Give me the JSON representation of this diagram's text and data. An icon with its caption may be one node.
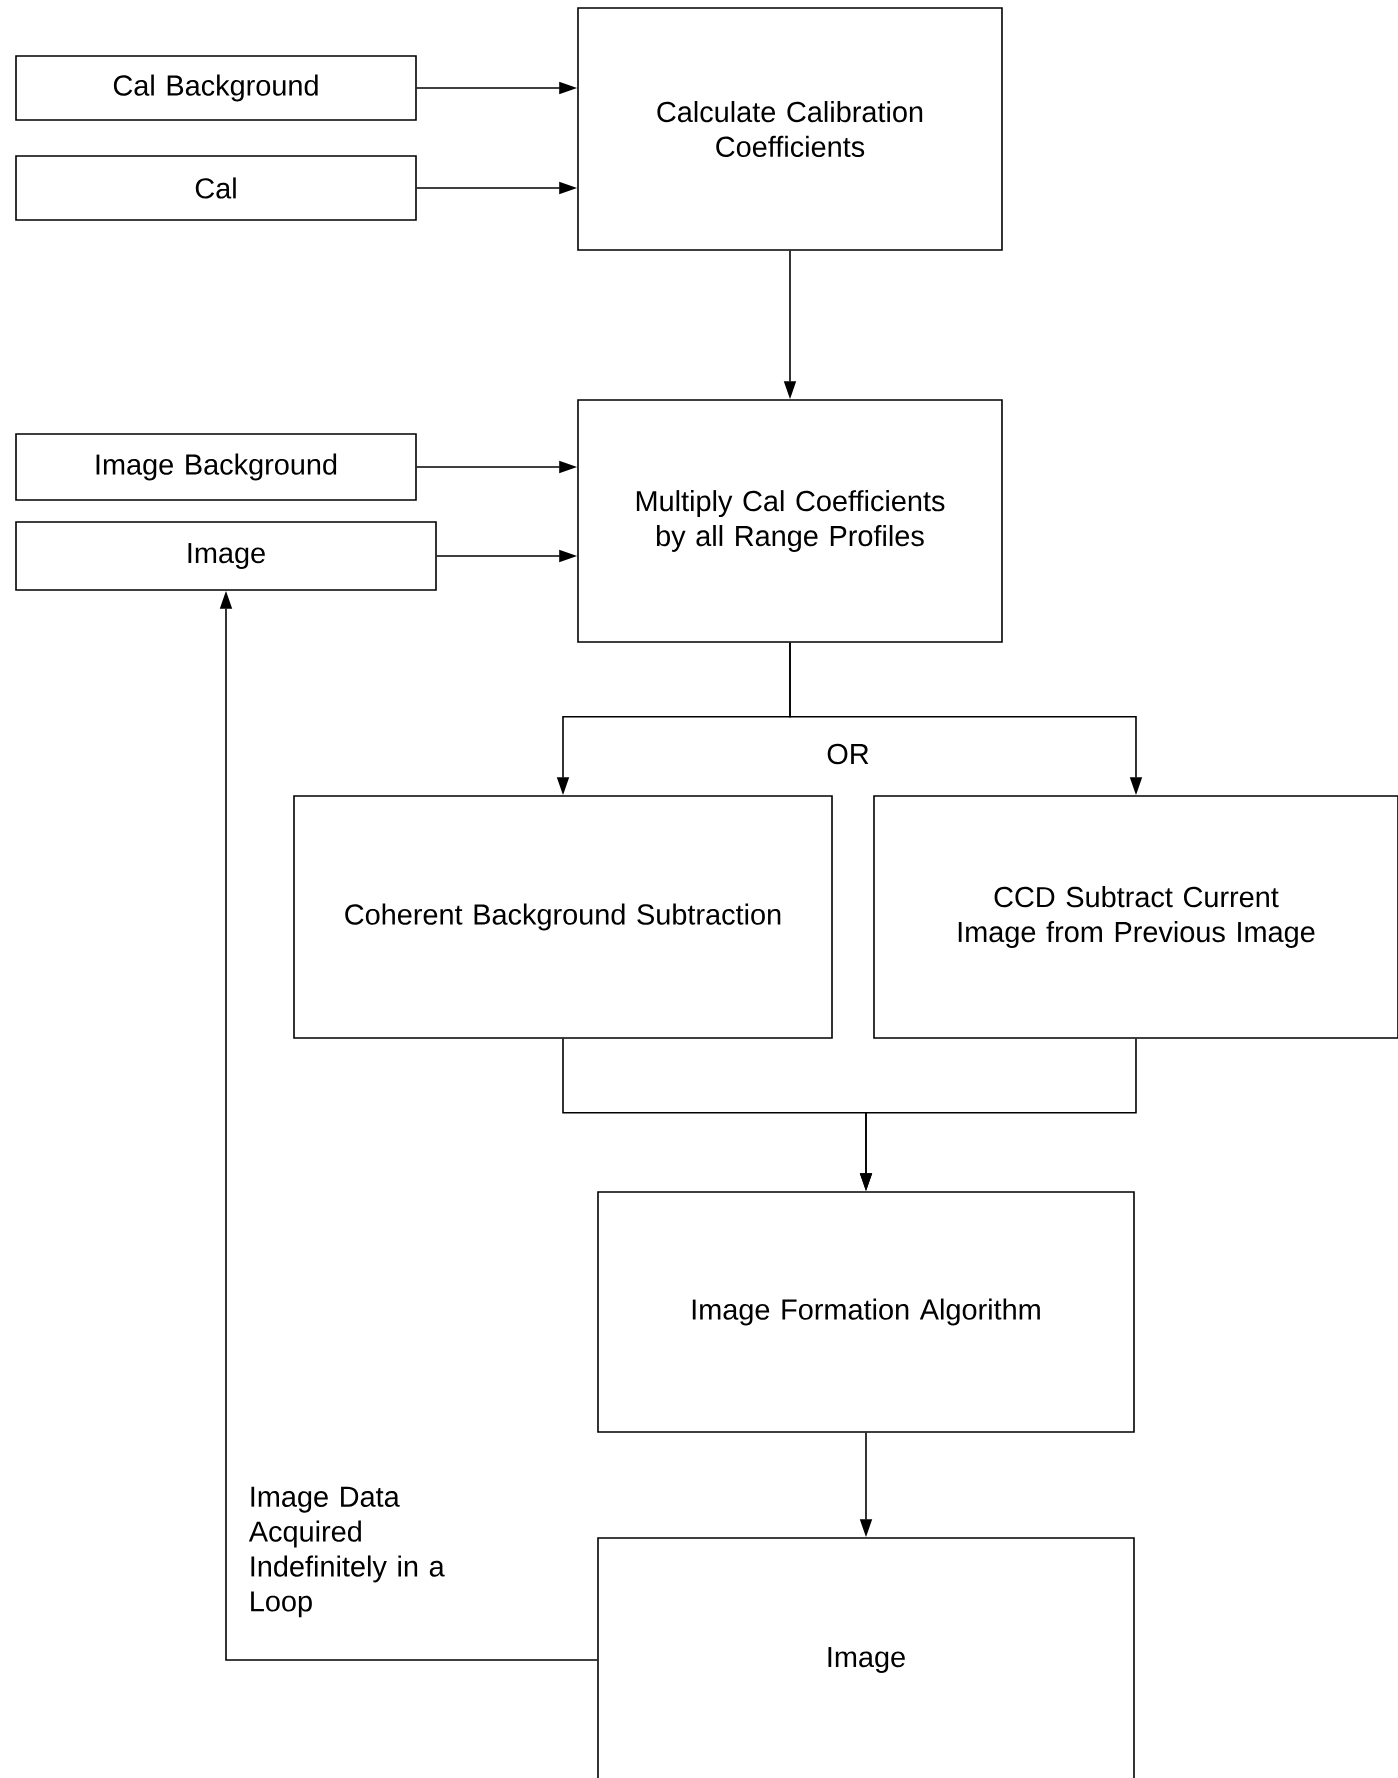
{
  "diagram": {
    "nodes": [
      {
        "text": [
          "Cal Background"
        ]
      },
      {
        "text": [
          "Cal"
        ]
      },
      {
        "text": [
          "Calculate Calibration Coefficients"
        ]
      },
      {
        "text": [
          "Image Background"
        ]
      },
      {
        "text": [
          "Image"
        ]
      },
      {
        "text": [
          "Multiply Cal Coefficients by all Range Profiles"
        ]
      },
      {
        "text": [
          "Coherent Background Subtraction"
        ]
      },
      {
        "text": [
          "CCD Subtract Current Image from Previous Image"
        ]
      },
      {
        "text": [
          "Image Formation Algorithm"
        ]
      },
      {
        "text": [
          "Image"
        ]
      }
    ],
    "edges": [
      {
        "from": 0,
        "to": 2,
        "arrow": "to"
      },
      {
        "from": 1,
        "to": 2,
        "arrow": "to"
      },
      {
        "from": 2,
        "to": 5,
        "arrow": "to"
      },
      {
        "from": 3,
        "to": 5,
        "arrow": "to"
      },
      {
        "from": 4,
        "to": 5,
        "arrow": "to"
      },
      {
        "from": 5,
        "to": 6,
        "arrow": "to"
      },
      {
        "from": 5,
        "to": 7,
        "arrow": "to"
      },
      {
        "from": 6,
        "to": 8,
        "arrow": "to"
      },
      {
        "from": 7,
        "to": 8,
        "arrow": "to"
      },
      {
        "from": 8,
        "to": 9,
        "arrow": "to"
      },
      {
        "from": 9,
        "to": 4,
        "arrow": "to",
        "label": "Image Data Acquired Indefinitely in a Loop"
      }
    ],
    "labels": [
      "OR"
    ]
  }
}
